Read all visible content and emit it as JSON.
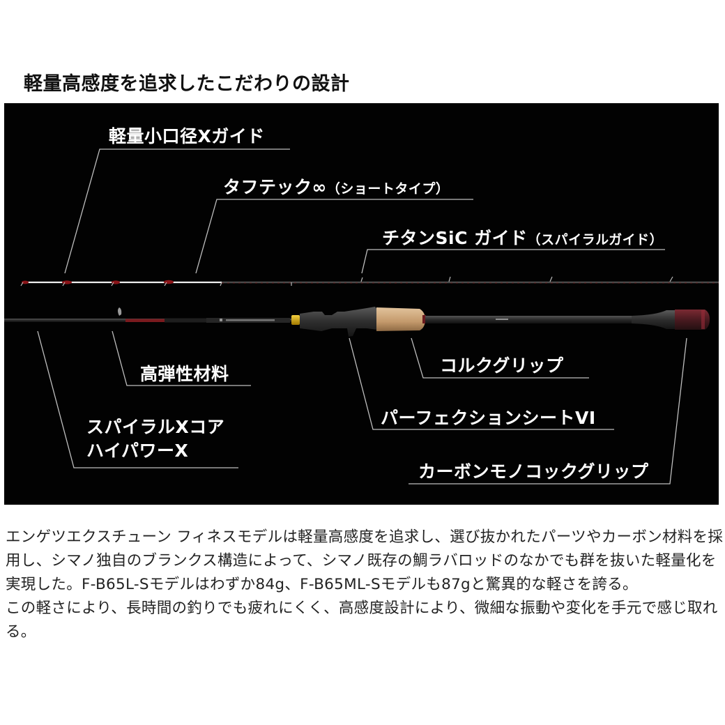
{
  "heading": "軽量高感度を追求したこだわりの設計",
  "diagram": {
    "background": "#020202",
    "line_color": "#bfbfbf",
    "callouts": [
      {
        "id": "guide-x",
        "text": "軽量小口径Xガイド",
        "small": ""
      },
      {
        "id": "tuftec",
        "text": "タフテック∞",
        "small": "（ショートタイプ）"
      },
      {
        "id": "sic-guide",
        "text": "チタンSiC ガイド",
        "small": "（スパイラルガイド）"
      },
      {
        "id": "high-elastic",
        "text": "高弾性材料",
        "small": ""
      },
      {
        "id": "cork-grip",
        "text": "コルクグリップ",
        "small": ""
      },
      {
        "id": "spiral-x",
        "line1": "スパイラルXコア",
        "line2": "ハイパワーX"
      },
      {
        "id": "perfection-seat",
        "text": "パーフェクションシートVI",
        "small": ""
      },
      {
        "id": "carbon-grip",
        "text": "カーボンモノコックグリップ",
        "small": ""
      }
    ],
    "rod_colors": {
      "tip_white": "#f2f2f2",
      "guide_red": "#8a1418",
      "blank": "#2b2b2b",
      "accent_red": "#7a1a1e",
      "gold": "#d6a400",
      "reel_seat": "#3a3a3a",
      "cork": "#caa27a",
      "butt_cap": "#5a1820"
    }
  },
  "description": {
    "paragraphs": [
      "エンゲツエクスチューン フィネスモデルは軽量高感度を追求し、選び抜かれたパーツやカーボン材料を採用し、シマノ独自のブランクス構造によって、シマノ既存の鯛ラバロッドのなかでも群を抜いた軽量化を実現した。F-B65L-Sモデルはわずか84g、F-B65ML-Sモデルも87gと驚異的な軽さを誇る。",
      "この軽さにより、長時間の釣りでも疲れにくく、高感度設計により、微細な振動や変化を手元で感じ取れる。"
    ]
  }
}
